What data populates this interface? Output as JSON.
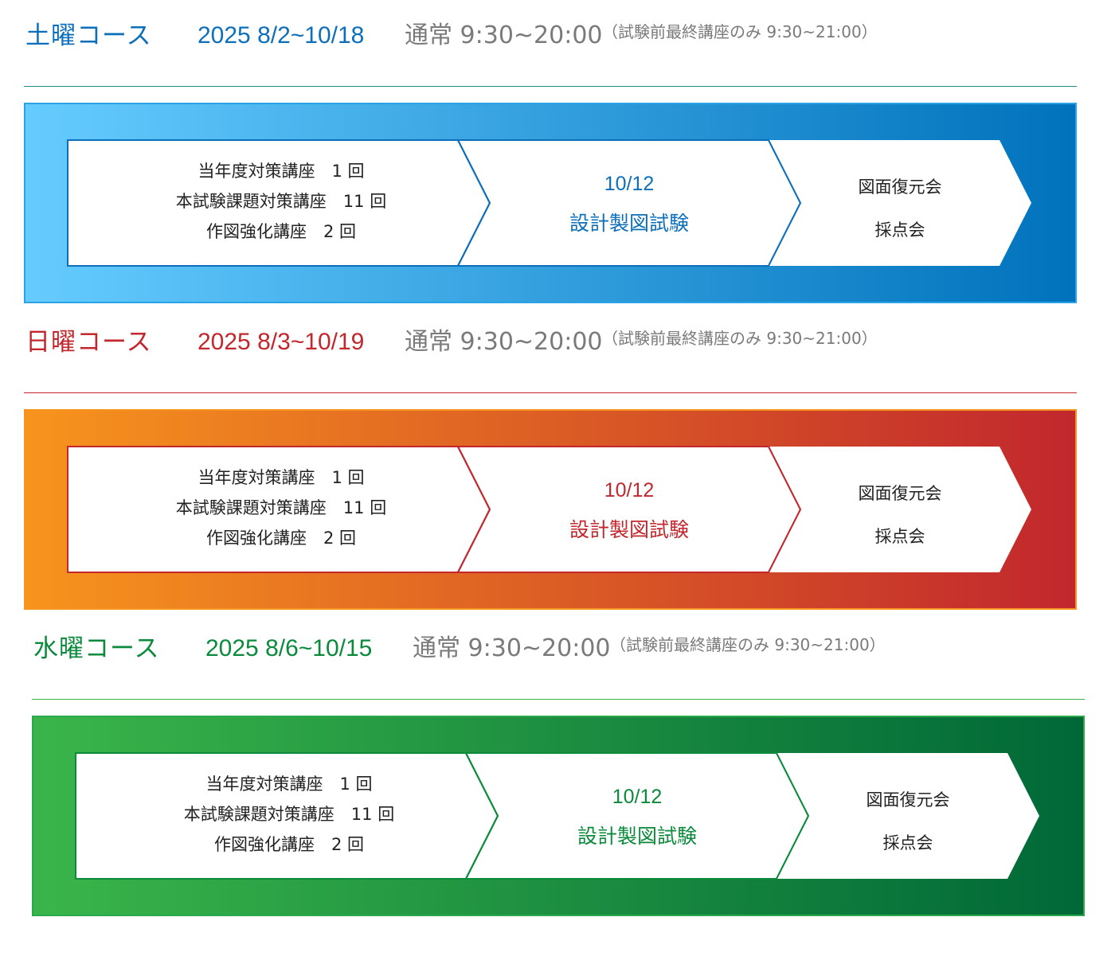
{
  "courses": [
    {
      "name": "土曜コース",
      "dates": "2025 8/2~10/18",
      "regular": "通常 9:30~20:00",
      "note": "（試験前最終講座のみ 9:30~21:00）",
      "accent": "#0d6fba",
      "gradient_start": "#66ccff",
      "gradient_end": "#0072bc",
      "border": "#2aa3e6",
      "line": "#1a8a8a",
      "lectures": [
        "当年度対策講座　1 回",
        "本試験課題対策講座　11 回",
        "作図強化講座　2 回"
      ],
      "exam_date": "10/12",
      "exam_title": "設計製図試験",
      "after": [
        "図面復元会",
        "採点会"
      ]
    },
    {
      "name": "日曜コース",
      "dates": "2025 8/3~10/19",
      "regular": "通常 9:30~20:00",
      "note": "（試験前最終講座のみ 9:30~21:00）",
      "accent": "#c1272d",
      "gradient_start": "#f7941d",
      "gradient_end": "#c1272d",
      "border": "#f7941d",
      "line": "#c1272d",
      "lectures": [
        "当年度対策講座　1 回",
        "本試験課題対策講座　11 回",
        "作図強化講座　2 回"
      ],
      "exam_date": "10/12",
      "exam_title": "設計製図試験",
      "after": [
        "図面復元会",
        "採点会"
      ]
    },
    {
      "name": "水曜コース",
      "dates": "2025 8/6~10/15",
      "regular": "通常 9:30~20:00",
      "note": "（試験前最終講座のみ 9:30~21:00）",
      "accent": "#0b8a3c",
      "gradient_start": "#3ab54a",
      "gradient_end": "#006837",
      "border": "#2aa84a",
      "line": "#3ab54a",
      "lectures": [
        "当年度対策講座　1 回",
        "本試験課題対策講座　11 回",
        "作図強化講座　2 回"
      ],
      "exam_date": "10/12",
      "exam_title": "設計製図試験",
      "after": [
        "図面復元会",
        "採点会"
      ]
    }
  ]
}
